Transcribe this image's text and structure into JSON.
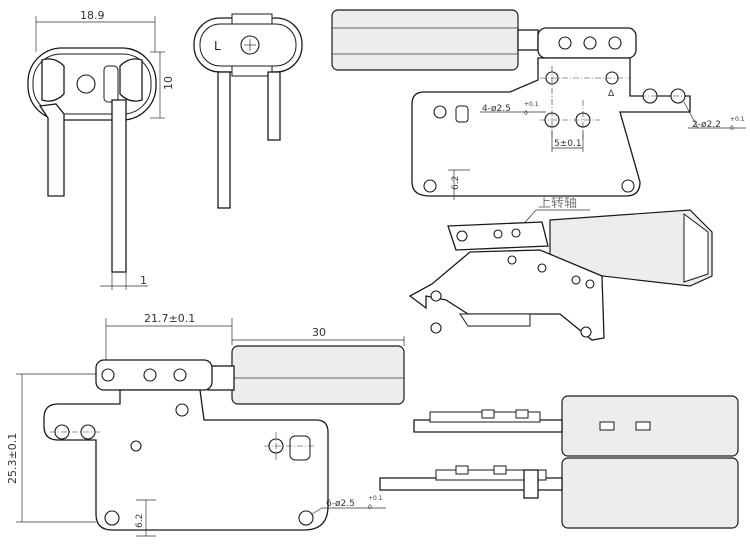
{
  "top_left_view": {
    "width_dim": "18.9",
    "height_dim": "10",
    "pin_dim": "1"
  },
  "end_view": {
    "marking": "L"
  },
  "top_right_view": {
    "hole_note_main": "4-ø2.5",
    "hole_note_main_tol_upper": "+0.1",
    "hole_note_main_tol_lower": "0",
    "hole_note_side": "2-ø2.2",
    "hole_note_side_tol_upper": "+0.1",
    "hole_note_side_tol_lower": "0",
    "spacing_dim": "5±0.1",
    "edge_dim": "6.2",
    "delta_mark": "Δ"
  },
  "iso_view": {
    "callout_label": "上转轴"
  },
  "bottom_left_view": {
    "pitch_dim": "21.7±0.1",
    "barrel_dim": "30",
    "height_dim": "25.3±0.1",
    "edge_dim": "6.2",
    "hole_note": "6-ø2.5",
    "hole_note_tol_upper": "+0.1",
    "hole_note_tol_lower": "0"
  }
}
